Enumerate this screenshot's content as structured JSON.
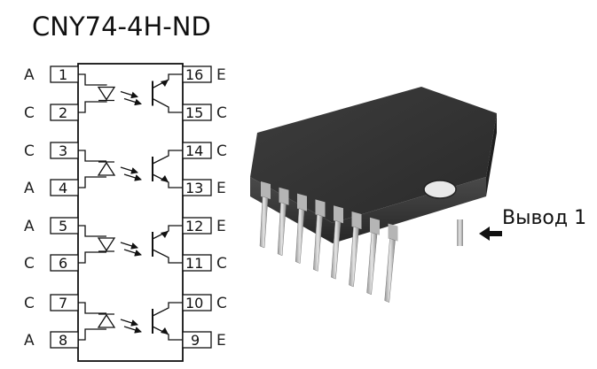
{
  "title": "CNY74-4H-ND",
  "pins_left": [
    {
      "num": "1",
      "label": "A"
    },
    {
      "num": "2",
      "label": "C"
    },
    {
      "num": "3",
      "label": "C"
    },
    {
      "num": "4",
      "label": "A"
    },
    {
      "num": "5",
      "label": "A"
    },
    {
      "num": "6",
      "label": "C"
    },
    {
      "num": "7",
      "label": "C"
    },
    {
      "num": "8",
      "label": "A"
    }
  ],
  "pins_right": [
    {
      "num": "16",
      "label": "E"
    },
    {
      "num": "15",
      "label": "C"
    },
    {
      "num": "14",
      "label": "C"
    },
    {
      "num": "13",
      "label": "E"
    },
    {
      "num": "12",
      "label": "E"
    },
    {
      "num": "11",
      "label": "C"
    },
    {
      "num": "10",
      "label": "C"
    },
    {
      "num": "9",
      "label": "E"
    }
  ],
  "pin1_marker": "Вывод 1",
  "colors": {
    "ic_body": "#2b2b2b",
    "pin_metal": "#c8c8c8",
    "line": "#111111"
  },
  "icons": {
    "pin_arrow": "left-arrow-icon",
    "phototransistor": "npn-transistor-icon",
    "led": "diode-icon"
  }
}
